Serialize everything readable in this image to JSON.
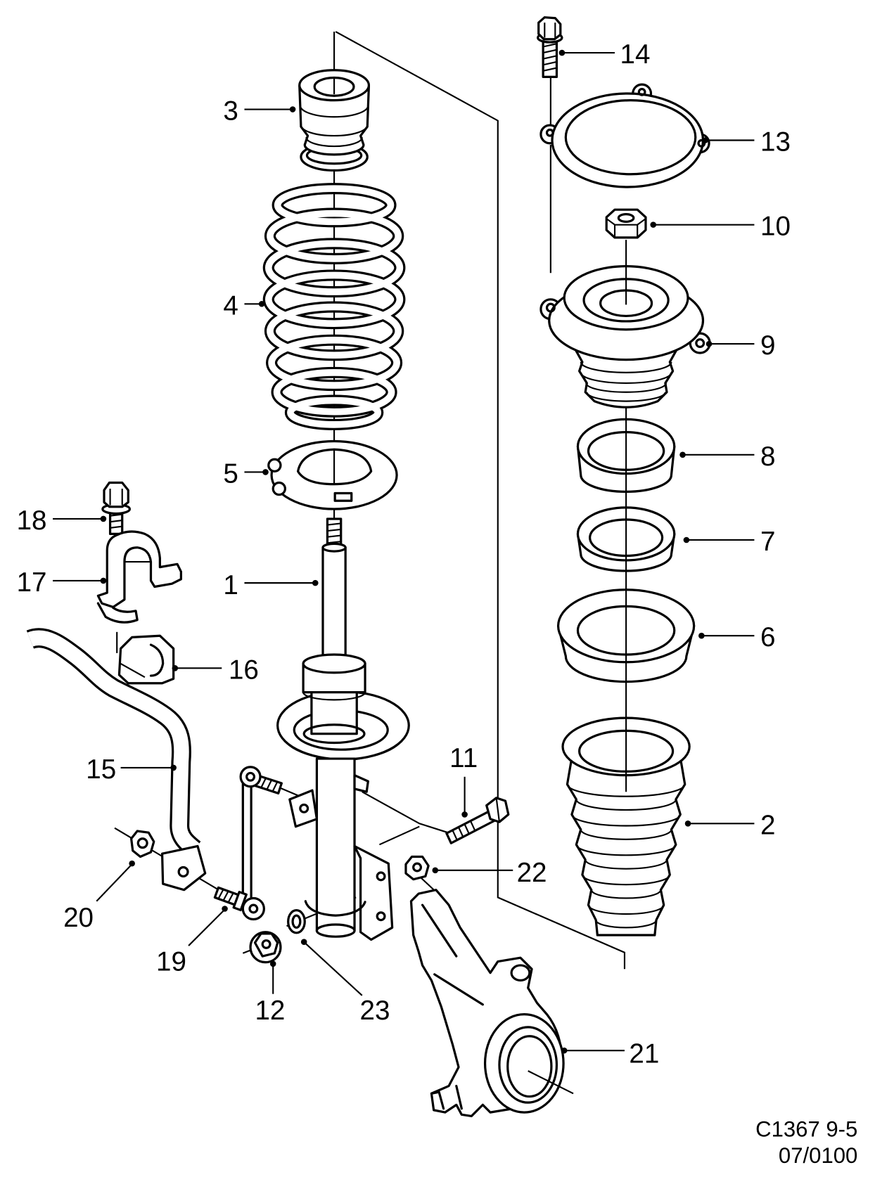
{
  "diagram": {
    "callouts": [
      "1",
      "2",
      "3",
      "4",
      "5",
      "6",
      "7",
      "8",
      "9",
      "10",
      "11",
      "12",
      "13",
      "14",
      "15",
      "16",
      "17",
      "18",
      "19",
      "20",
      "21",
      "22",
      "23"
    ],
    "drawing_code": "C1367 9-5",
    "date_code": "07/0100"
  },
  "colors": {
    "line": "#000000",
    "background": "#ffffff"
  }
}
